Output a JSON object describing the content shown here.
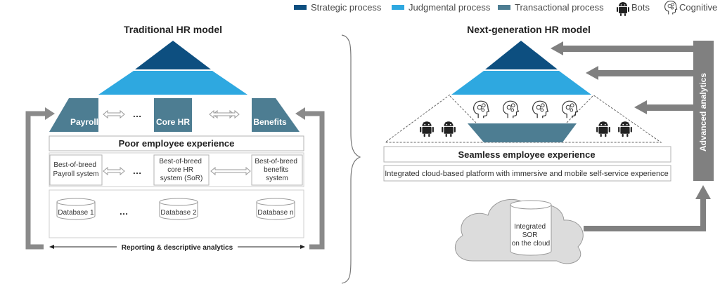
{
  "colors": {
    "strategic": "#0d4f80",
    "judgmental": "#2ea8e0",
    "transactional": "#4d7d92",
    "gray": "#808080",
    "box_border": "#b3b3b3"
  },
  "legend": [
    {
      "label": "Strategic process",
      "color": "#0d4f80"
    },
    {
      "label": "Judgmental process",
      "color": "#2ea8e0"
    },
    {
      "label": "Transactional process",
      "color": "#4d7d92"
    },
    {
      "label": "Bots",
      "icon": "android-icon"
    },
    {
      "label": "Cognitive",
      "icon": "brain-gears-icon"
    }
  ],
  "traditional": {
    "title": "Traditional HR model",
    "payroll": "Payroll",
    "core_hr": "Core HR",
    "benefits": "Benefits",
    "ellipsis": "…",
    "experience": "Poor employee experience",
    "systems": {
      "payroll": [
        "Best-of-breed",
        "Payroll system"
      ],
      "core": [
        "Best-of-breed",
        "core HR",
        "system (SoR)"
      ],
      "benefits": [
        "Best-of-breed",
        "benefits",
        "system"
      ]
    },
    "databases": [
      "Database 1",
      "Database 2",
      "Database n"
    ],
    "analytics": "Reporting & descriptive analytics"
  },
  "next_gen": {
    "title": "Next-generation HR model",
    "experience": "Seamless employee experience",
    "platform": "Integrated cloud-based platform with immersive and mobile self-service experience",
    "advanced": "Advanced analytics",
    "cloud_db": [
      "Integrated",
      "SOR",
      "on the cloud"
    ]
  }
}
